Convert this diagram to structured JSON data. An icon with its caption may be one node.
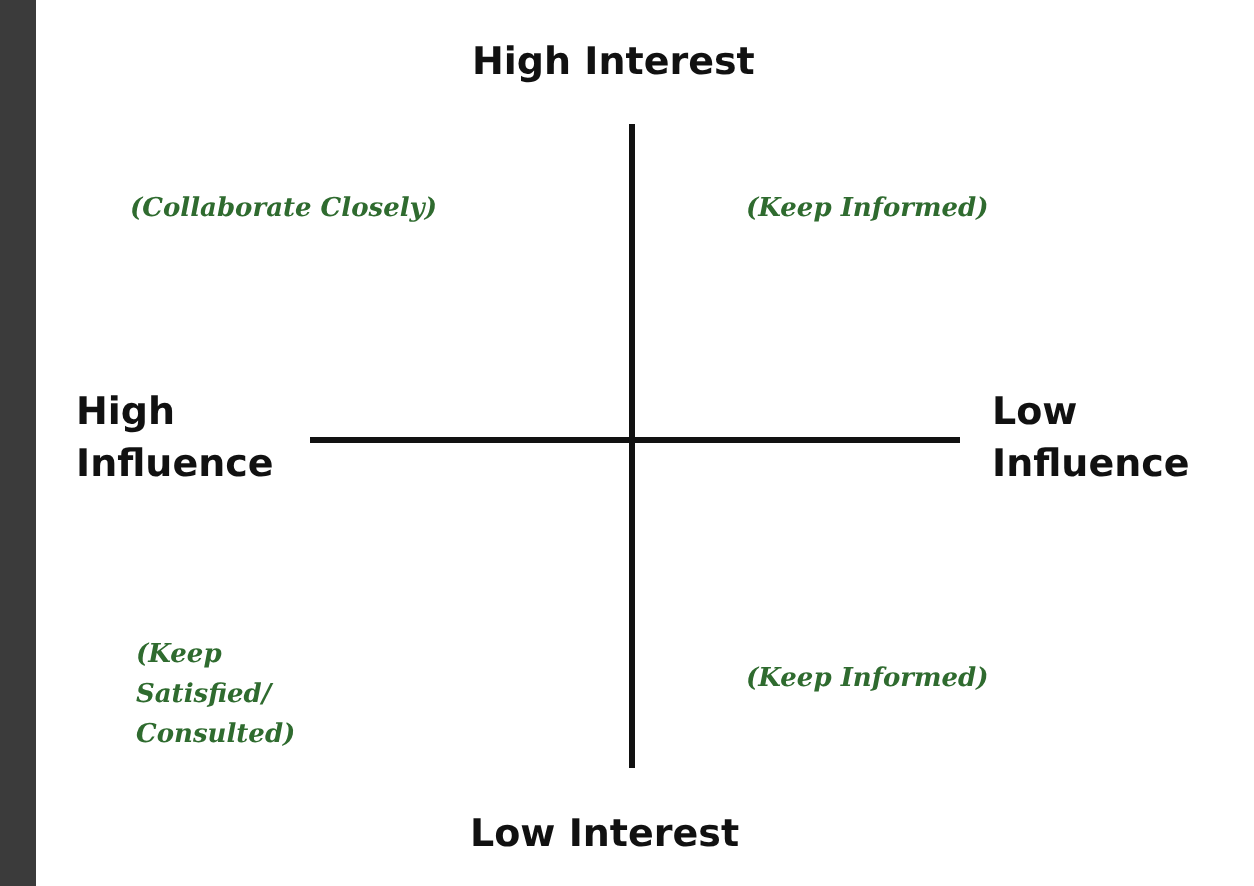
{
  "diagram": {
    "labels": [
      "High Interest",
      "(Collaborate Closely)",
      "(Keep Informed)",
      "High Influence",
      "Low Influence",
      "(Keep Satisfied/ Consulted)",
      "(Keep Informed)",
      "Low Interest"
    ]
  }
}
